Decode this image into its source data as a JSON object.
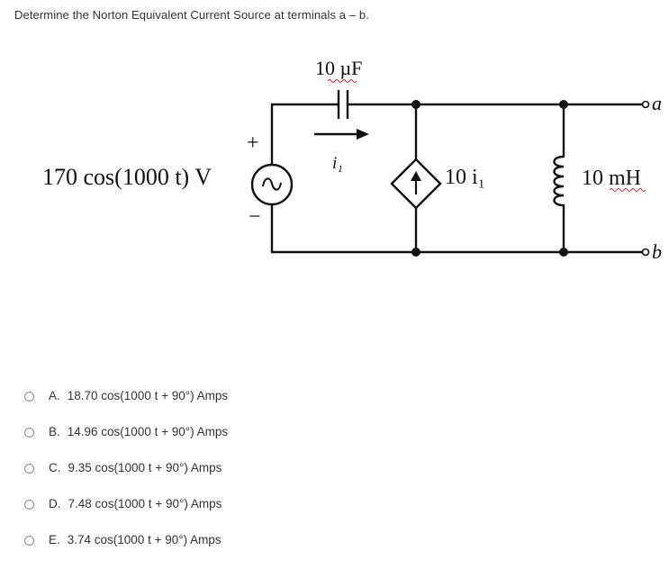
{
  "question": "Determine the Norton Equivalent Current Source at terminals a – b.",
  "circuit": {
    "source_label": "170 cos(1000 t) V",
    "source_plus": "+",
    "source_minus": "−",
    "capacitor_label": "10 µF",
    "current_label": "i₁",
    "dependent_source_label": "10 i₁",
    "inductor_label": "10 mH",
    "terminal_a": "a",
    "terminal_b": "b",
    "wire_color": "#111111"
  },
  "options": [
    {
      "letter": "A.",
      "text": "18.70 cos(1000 t + 90°) Amps"
    },
    {
      "letter": "B.",
      "text": "14.96 cos(1000 t + 90°) Amps"
    },
    {
      "letter": "C.",
      "text": "9.35 cos(1000 t + 90°) Amps"
    },
    {
      "letter": "D.",
      "text": "7.48 cos(1000 t + 90°) Amps"
    },
    {
      "letter": "E.",
      "text": "3.74 cos(1000 t + 90°) Amps"
    }
  ]
}
